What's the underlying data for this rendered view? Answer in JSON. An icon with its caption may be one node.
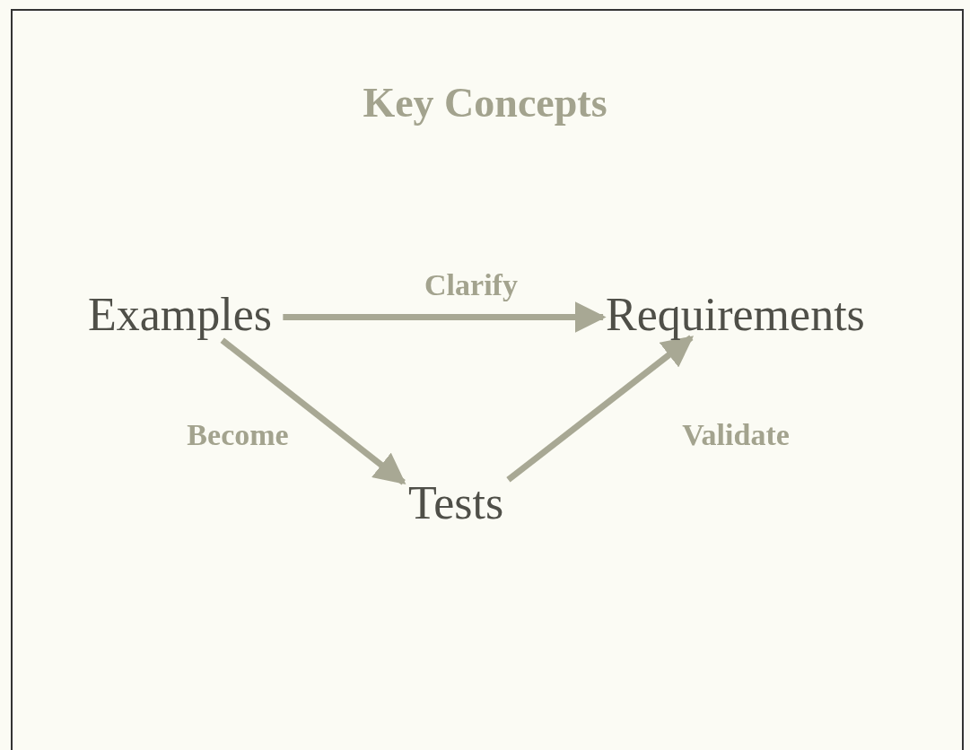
{
  "diagram": {
    "title": "Key Concepts",
    "nodes": [
      {
        "text": [
          "Examples"
        ]
      },
      {
        "text": [
          "Requirements"
        ]
      },
      {
        "text": [
          "Tests"
        ]
      }
    ],
    "edges": [
      {
        "from": 0,
        "to": 1,
        "arrow": "to",
        "label": "Clarify"
      },
      {
        "from": 0,
        "to": 2,
        "arrow": "to",
        "label": "Become"
      },
      {
        "from": 2,
        "to": 1,
        "arrow": "to",
        "label": "Validate"
      }
    ]
  }
}
